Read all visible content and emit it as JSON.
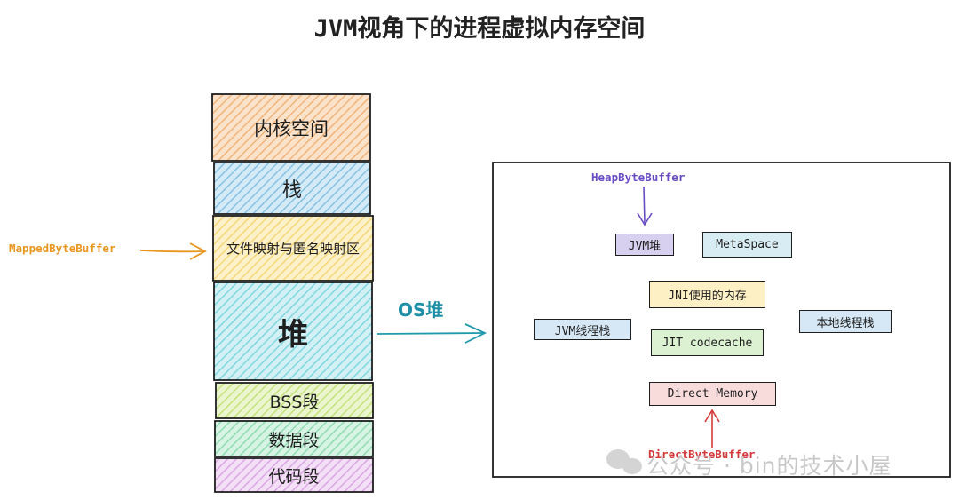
{
  "title": "JVM视角下的进程虚拟内存空间",
  "memory_segments": [
    {
      "label": "内核空间",
      "color": "#f4c89a"
    },
    {
      "label": "栈",
      "color": "#a9d4ec"
    },
    {
      "label": "文件映射与匿名映射区",
      "color": "#fbe7a2"
    },
    {
      "label": "堆",
      "color": "#a6e4ea"
    },
    {
      "label": "BSS段",
      "color": "#d7eea3"
    },
    {
      "label": "数据段",
      "color": "#aee8c9"
    },
    {
      "label": "代码段",
      "color": "#e6c0ec"
    }
  ],
  "mapped_byte_buffer": {
    "label": "MappedByteBuffer",
    "color": "#e8961e"
  },
  "os_heap": {
    "label": "OS堆",
    "color": "#1f8fa8"
  },
  "os_heap_contents": {
    "heap_byte_buffer": {
      "label": "HeapByteBuffer",
      "color": "#6a4cc2"
    },
    "direct_byte_buffer": {
      "label": "DirectByteBuffer",
      "color": "#d33a3a"
    },
    "items": [
      {
        "label": "JVM堆",
        "color": "#c9c0e8"
      },
      {
        "label": "MetaSpace",
        "color": "#bfe0ea"
      },
      {
        "label": "JNI使用的内存",
        "color": "#fbe7a2"
      },
      {
        "label": "JVM线程栈",
        "color": "#bcd8ee"
      },
      {
        "label": "本地线程栈",
        "color": "#bcd8ee"
      },
      {
        "label": "JIT codecache",
        "color": "#c6e8b8"
      },
      {
        "label": "Direct Memory",
        "color": "#f4c6c6"
      }
    ]
  },
  "watermark": "公众号 · bin的技术小屋"
}
